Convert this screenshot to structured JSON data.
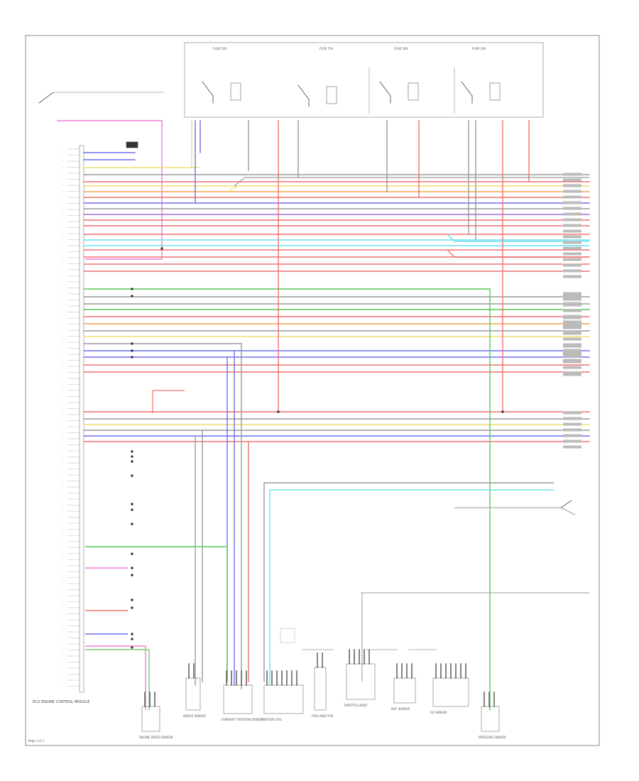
{
  "diagram": {
    "left_panel_title": "ECM Connector",
    "ecm_label": "ECU ENGINE CONTROL MODULE",
    "fuse_labels": [
      "FUSE 10A",
      "FUSE 15A",
      "FUSE 20A",
      "FUSE 30A"
    ],
    "bottom_components": [
      {
        "label": "ENGINE SPEED SENSOR"
      },
      {
        "label": "KNOCK SENSOR"
      },
      {
        "label": "CAMSHAFT POSITION SENSOR"
      },
      {
        "label": "IGNITION COIL"
      },
      {
        "label": "FUEL INJECTOR"
      },
      {
        "label": "THROTTLE BODY"
      },
      {
        "label": "MAF SENSOR"
      },
      {
        "label": "O2 SENSOR"
      },
      {
        "label": "PRESSURE SENSOR"
      }
    ],
    "wire_colors": {
      "red": "#f07070",
      "pink": "#f07ad8",
      "blue": "#6f6ff0",
      "yellow": "#f0e070",
      "green": "#57c957",
      "cyan": "#66e0e8",
      "gray": "#9a9a9a",
      "black": "#222222",
      "purple": "#a46ad6",
      "orange": "#f0a050"
    },
    "footer_text": "Page 1 of 1"
  }
}
